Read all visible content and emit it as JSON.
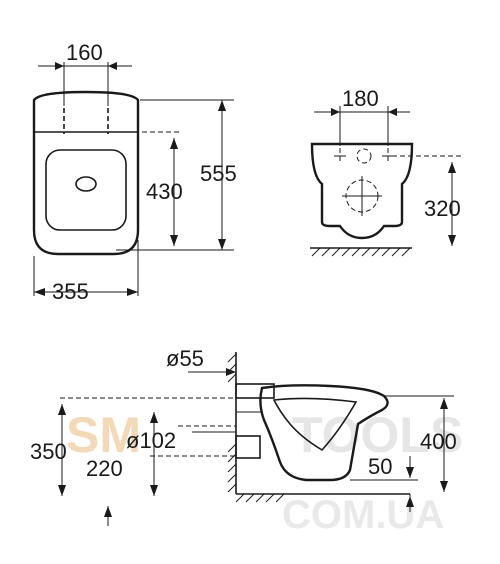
{
  "top_view": {
    "width_bolts": "160",
    "total_length": "555",
    "seat_length": "430",
    "total_width": "355"
  },
  "front_view": {
    "bolt_spacing": "180",
    "height_floor": "320"
  },
  "side_view": {
    "drain_diameter": "ø55",
    "outlet_diameter": "ø102",
    "outlet_height": "350",
    "bolt_height": "220",
    "rim_height": "400",
    "depth_offset": "50"
  },
  "watermark": {
    "brand_left": "SM",
    "brand_right": "TOOLS",
    "domain": "COM.UA"
  }
}
